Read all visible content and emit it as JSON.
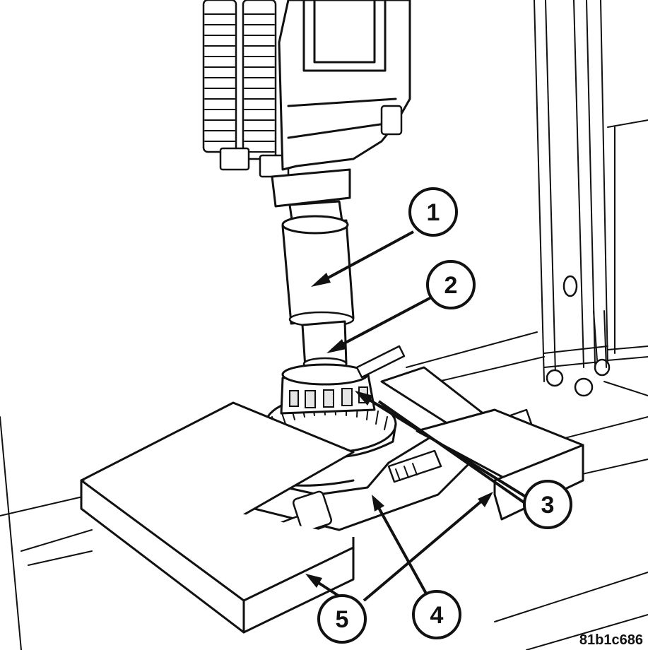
{
  "figure_id": "81b1c686",
  "callouts": [
    {
      "number": "1"
    },
    {
      "number": "2"
    },
    {
      "number": "3"
    },
    {
      "number": "4"
    },
    {
      "number": "5"
    }
  ]
}
